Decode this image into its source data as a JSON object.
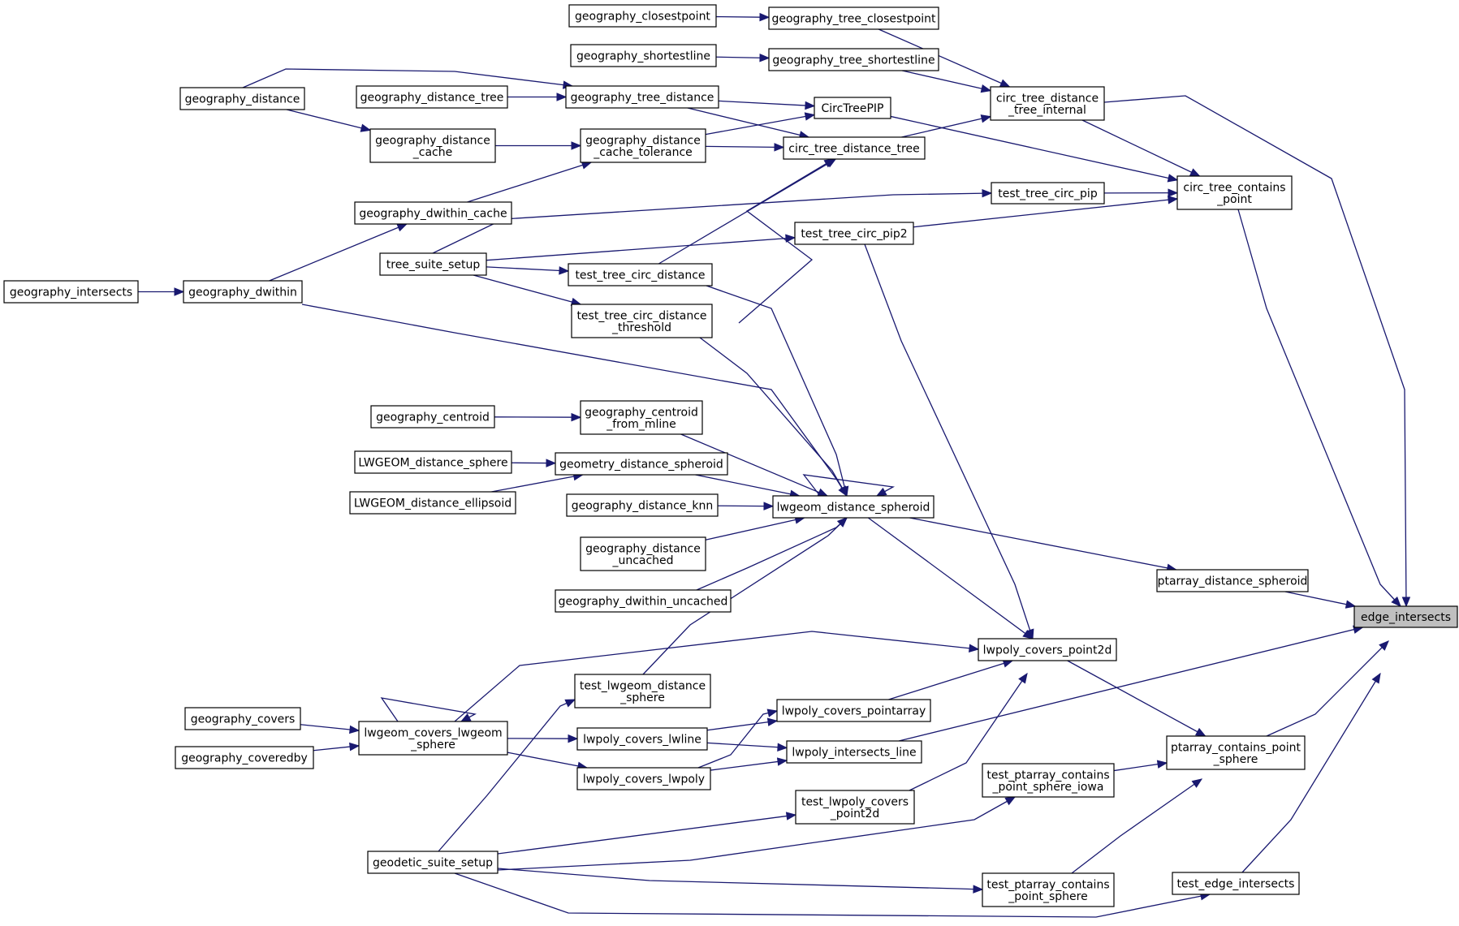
{
  "diagram": {
    "target": "edge_intersects",
    "nodes": [
      {
        "id": "edge_intersects",
        "lines": [
          "edge_intersects"
        ],
        "highlight": true
      },
      {
        "id": "geography_closestpoint",
        "lines": [
          "geography_closestpoint"
        ]
      },
      {
        "id": "geography_tree_closestpoint",
        "lines": [
          "geography_tree_closestpoint"
        ]
      },
      {
        "id": "geography_shortestline",
        "lines": [
          "geography_shortestline"
        ]
      },
      {
        "id": "geography_tree_shortestline",
        "lines": [
          "geography_tree_shortestline"
        ]
      },
      {
        "id": "circ_tree_distance_tree_internal",
        "lines": [
          "circ_tree_distance",
          "_tree_internal"
        ]
      },
      {
        "id": "geography_distance",
        "lines": [
          "geography_distance"
        ]
      },
      {
        "id": "geography_distance_tree",
        "lines": [
          "geography_distance_tree"
        ]
      },
      {
        "id": "geography_tree_distance",
        "lines": [
          "geography_tree_distance"
        ]
      },
      {
        "id": "CircTreePIP",
        "lines": [
          "CircTreePIP"
        ]
      },
      {
        "id": "geography_distance_cache",
        "lines": [
          "geography_distance",
          "_cache"
        ]
      },
      {
        "id": "geography_distance_cache_tolerance",
        "lines": [
          "geography_distance",
          "_cache_tolerance"
        ]
      },
      {
        "id": "circ_tree_distance_tree",
        "lines": [
          "circ_tree_distance_tree"
        ]
      },
      {
        "id": "circ_tree_contains_point",
        "lines": [
          "circ_tree_contains",
          "_point"
        ]
      },
      {
        "id": "test_tree_circ_pip",
        "lines": [
          "test_tree_circ_pip"
        ]
      },
      {
        "id": "geography_dwithin_cache",
        "lines": [
          "geography_dwithin_cache"
        ]
      },
      {
        "id": "test_tree_circ_pip2",
        "lines": [
          "test_tree_circ_pip2"
        ]
      },
      {
        "id": "tree_suite_setup",
        "lines": [
          "tree_suite_setup"
        ]
      },
      {
        "id": "test_tree_circ_distance",
        "lines": [
          "test_tree_circ_distance"
        ]
      },
      {
        "id": "geography_intersects",
        "lines": [
          "geography_intersects"
        ]
      },
      {
        "id": "geography_dwithin",
        "lines": [
          "geography_dwithin"
        ]
      },
      {
        "id": "test_tree_circ_distance_threshold",
        "lines": [
          "test_tree_circ_distance",
          "_threshold"
        ]
      },
      {
        "id": "geography_centroid",
        "lines": [
          "geography_centroid"
        ]
      },
      {
        "id": "geography_centroid_from_mline",
        "lines": [
          "geography_centroid",
          "_from_mline"
        ]
      },
      {
        "id": "LWGEOM_distance_sphere",
        "lines": [
          "LWGEOM_distance_sphere"
        ]
      },
      {
        "id": "geometry_distance_spheroid",
        "lines": [
          "geometry_distance_spheroid"
        ]
      },
      {
        "id": "LWGEOM_distance_ellipsoid",
        "lines": [
          "LWGEOM_distance_ellipsoid"
        ]
      },
      {
        "id": "geography_distance_knn",
        "lines": [
          "geography_distance_knn"
        ]
      },
      {
        "id": "lwgeom_distance_spheroid",
        "lines": [
          "lwgeom_distance_spheroid"
        ]
      },
      {
        "id": "geography_distance_uncached",
        "lines": [
          "geography_distance",
          "_uncached"
        ]
      },
      {
        "id": "ptarray_distance_spheroid",
        "lines": [
          "ptarray_distance_spheroid"
        ]
      },
      {
        "id": "geography_dwithin_uncached",
        "lines": [
          "geography_dwithin_uncached"
        ]
      },
      {
        "id": "lwpoly_covers_point2d",
        "lines": [
          "lwpoly_covers_point2d"
        ]
      },
      {
        "id": "test_lwgeom_distance_sphere",
        "lines": [
          "test_lwgeom_distance",
          "_sphere"
        ]
      },
      {
        "id": "lwpoly_covers_pointarray",
        "lines": [
          "lwpoly_covers_pointarray"
        ]
      },
      {
        "id": "geography_covers",
        "lines": [
          "geography_covers"
        ]
      },
      {
        "id": "lwgeom_covers_lwgeom_sphere",
        "lines": [
          "lwgeom_covers_lwgeom",
          "_sphere"
        ]
      },
      {
        "id": "lwpoly_covers_lwline",
        "lines": [
          "lwpoly_covers_lwline"
        ]
      },
      {
        "id": "lwpoly_intersects_line",
        "lines": [
          "lwpoly_intersects_line"
        ]
      },
      {
        "id": "ptarray_contains_point_sphere",
        "lines": [
          "ptarray_contains_point",
          "_sphere"
        ]
      },
      {
        "id": "geography_coveredby",
        "lines": [
          "geography_coveredby"
        ]
      },
      {
        "id": "lwpoly_covers_lwpoly",
        "lines": [
          "lwpoly_covers_lwpoly"
        ]
      },
      {
        "id": "test_ptarray_contains_point_sphere_iowa",
        "lines": [
          "test_ptarray_contains",
          "_point_sphere_iowa"
        ]
      },
      {
        "id": "test_lwpoly_covers_point2d",
        "lines": [
          "test_lwpoly_covers",
          "_point2d"
        ]
      },
      {
        "id": "geodetic_suite_setup",
        "lines": [
          "geodetic_suite_setup"
        ]
      },
      {
        "id": "test_ptarray_contains_point_sphere",
        "lines": [
          "test_ptarray_contains",
          "_point_sphere"
        ]
      },
      {
        "id": "test_edge_intersects",
        "lines": [
          "test_edge_intersects"
        ]
      }
    ],
    "edges": [
      {
        "from": "geography_closestpoint",
        "to": "geography_tree_closestpoint"
      },
      {
        "from": "geography_tree_closestpoint",
        "to": "circ_tree_distance_tree_internal"
      },
      {
        "from": "geography_shortestline",
        "to": "geography_tree_shortestline"
      },
      {
        "from": "geography_tree_shortestline",
        "to": "circ_tree_distance_tree_internal"
      },
      {
        "from": "circ_tree_distance_tree_internal",
        "to": "edge_intersects"
      },
      {
        "from": "circ_tree_distance_tree_internal",
        "to": "circ_tree_contains_point"
      },
      {
        "from": "geography_distance",
        "to": "geography_tree_distance"
      },
      {
        "from": "geography_distance",
        "to": "geography_distance_cache"
      },
      {
        "from": "geography_distance_tree",
        "to": "geography_tree_distance"
      },
      {
        "from": "geography_tree_distance",
        "to": "CircTreePIP"
      },
      {
        "from": "geography_tree_distance",
        "to": "circ_tree_distance_tree"
      },
      {
        "from": "CircTreePIP",
        "to": "circ_tree_contains_point"
      },
      {
        "from": "geography_distance_cache",
        "to": "geography_distance_cache_tolerance"
      },
      {
        "from": "geography_distance_cache_tolerance",
        "to": "CircTreePIP"
      },
      {
        "from": "geography_distance_cache_tolerance",
        "to": "circ_tree_distance_tree"
      },
      {
        "from": "circ_tree_distance_tree",
        "to": "circ_tree_distance_tree_internal"
      },
      {
        "from": "circ_tree_contains_point",
        "to": "edge_intersects"
      },
      {
        "from": "test_tree_circ_pip",
        "to": "circ_tree_contains_point"
      },
      {
        "from": "test_tree_circ_pip2",
        "to": "circ_tree_contains_point"
      },
      {
        "from": "geography_dwithin_cache",
        "to": "geography_distance_cache_tolerance"
      },
      {
        "from": "tree_suite_setup",
        "to": "test_tree_circ_pip"
      },
      {
        "from": "tree_suite_setup",
        "to": "test_tree_circ_pip2"
      },
      {
        "from": "tree_suite_setup",
        "to": "test_tree_circ_distance"
      },
      {
        "from": "tree_suite_setup",
        "to": "test_tree_circ_distance_threshold"
      },
      {
        "from": "test_tree_circ_distance",
        "to": "circ_tree_distance_tree"
      },
      {
        "from": "test_tree_circ_distance",
        "to": "lwgeom_distance_spheroid"
      },
      {
        "from": "test_tree_circ_distance_threshold",
        "to": "circ_tree_distance_tree"
      },
      {
        "from": "test_tree_circ_distance_threshold",
        "to": "lwgeom_distance_spheroid"
      },
      {
        "from": "geography_intersects",
        "to": "geography_dwithin"
      },
      {
        "from": "geography_dwithin",
        "to": "geography_dwithin_cache"
      },
      {
        "from": "geography_dwithin",
        "to": "lwgeom_distance_spheroid"
      },
      {
        "from": "test_tree_circ_pip2",
        "to": "lwpoly_covers_point2d"
      },
      {
        "from": "geography_centroid",
        "to": "geography_centroid_from_mline"
      },
      {
        "from": "geography_centroid_from_mline",
        "to": "lwgeom_distance_spheroid"
      },
      {
        "from": "LWGEOM_distance_sphere",
        "to": "geometry_distance_spheroid"
      },
      {
        "from": "LWGEOM_distance_ellipsoid",
        "to": "geometry_distance_spheroid"
      },
      {
        "from": "geometry_distance_spheroid",
        "to": "lwgeom_distance_spheroid"
      },
      {
        "from": "geography_distance_knn",
        "to": "lwgeom_distance_spheroid"
      },
      {
        "from": "lwgeom_distance_spheroid",
        "to": "lwgeom_distance_spheroid"
      },
      {
        "from": "lwgeom_distance_spheroid",
        "to": "ptarray_distance_spheroid"
      },
      {
        "from": "lwgeom_distance_spheroid",
        "to": "lwpoly_covers_point2d"
      },
      {
        "from": "geography_distance_uncached",
        "to": "lwgeom_distance_spheroid"
      },
      {
        "from": "geography_dwithin_uncached",
        "to": "lwgeom_distance_spheroid"
      },
      {
        "from": "ptarray_distance_spheroid",
        "to": "edge_intersects"
      },
      {
        "from": "lwpoly_covers_point2d",
        "to": "ptarray_contains_point_sphere"
      },
      {
        "from": "test_lwgeom_distance_sphere",
        "to": "lwgeom_distance_spheroid"
      },
      {
        "from": "lwgeom_covers_lwgeom_sphere",
        "to": "lwpoly_covers_point2d"
      },
      {
        "from": "lwgeom_covers_lwgeom_sphere",
        "to": "lwgeom_covers_lwgeom_sphere"
      },
      {
        "from": "lwgeom_covers_lwgeom_sphere",
        "to": "lwpoly_covers_lwline"
      },
      {
        "from": "lwgeom_covers_lwgeom_sphere",
        "to": "lwpoly_covers_lwpoly"
      },
      {
        "from": "geography_covers",
        "to": "lwgeom_covers_lwgeom_sphere"
      },
      {
        "from": "geography_coveredby",
        "to": "lwgeom_covers_lwgeom_sphere"
      },
      {
        "from": "lwpoly_covers_pointarray",
        "to": "lwpoly_covers_point2d"
      },
      {
        "from": "lwpoly_covers_lwline",
        "to": "lwpoly_covers_pointarray"
      },
      {
        "from": "lwpoly_covers_lwline",
        "to": "lwpoly_intersects_line"
      },
      {
        "from": "lwpoly_covers_lwpoly",
        "to": "lwpoly_covers_pointarray"
      },
      {
        "from": "lwpoly_covers_lwpoly",
        "to": "lwpoly_intersects_line"
      },
      {
        "from": "lwpoly_intersects_line",
        "to": "edge_intersects"
      },
      {
        "from": "ptarray_contains_point_sphere",
        "to": "edge_intersects"
      },
      {
        "from": "test_ptarray_contains_point_sphere_iowa",
        "to": "ptarray_contains_point_sphere"
      },
      {
        "from": "test_lwpoly_covers_point2d",
        "to": "lwpoly_covers_point2d"
      },
      {
        "from": "geodetic_suite_setup",
        "to": "test_lwgeom_distance_sphere"
      },
      {
        "from": "geodetic_suite_setup",
        "to": "test_lwpoly_covers_point2d"
      },
      {
        "from": "geodetic_suite_setup",
        "to": "test_ptarray_contains_point_sphere_iowa"
      },
      {
        "from": "geodetic_suite_setup",
        "to": "test_ptarray_contains_point_sphere"
      },
      {
        "from": "geodetic_suite_setup",
        "to": "test_edge_intersects"
      },
      {
        "from": "test_ptarray_contains_point_sphere",
        "to": "ptarray_contains_point_sphere"
      },
      {
        "from": "test_edge_intersects",
        "to": "edge_intersects"
      }
    ]
  },
  "colors": {
    "edge": "#191970",
    "node_border": "#000000",
    "node_fill": "#ffffff",
    "highlight_fill": "#bfbfbf"
  }
}
